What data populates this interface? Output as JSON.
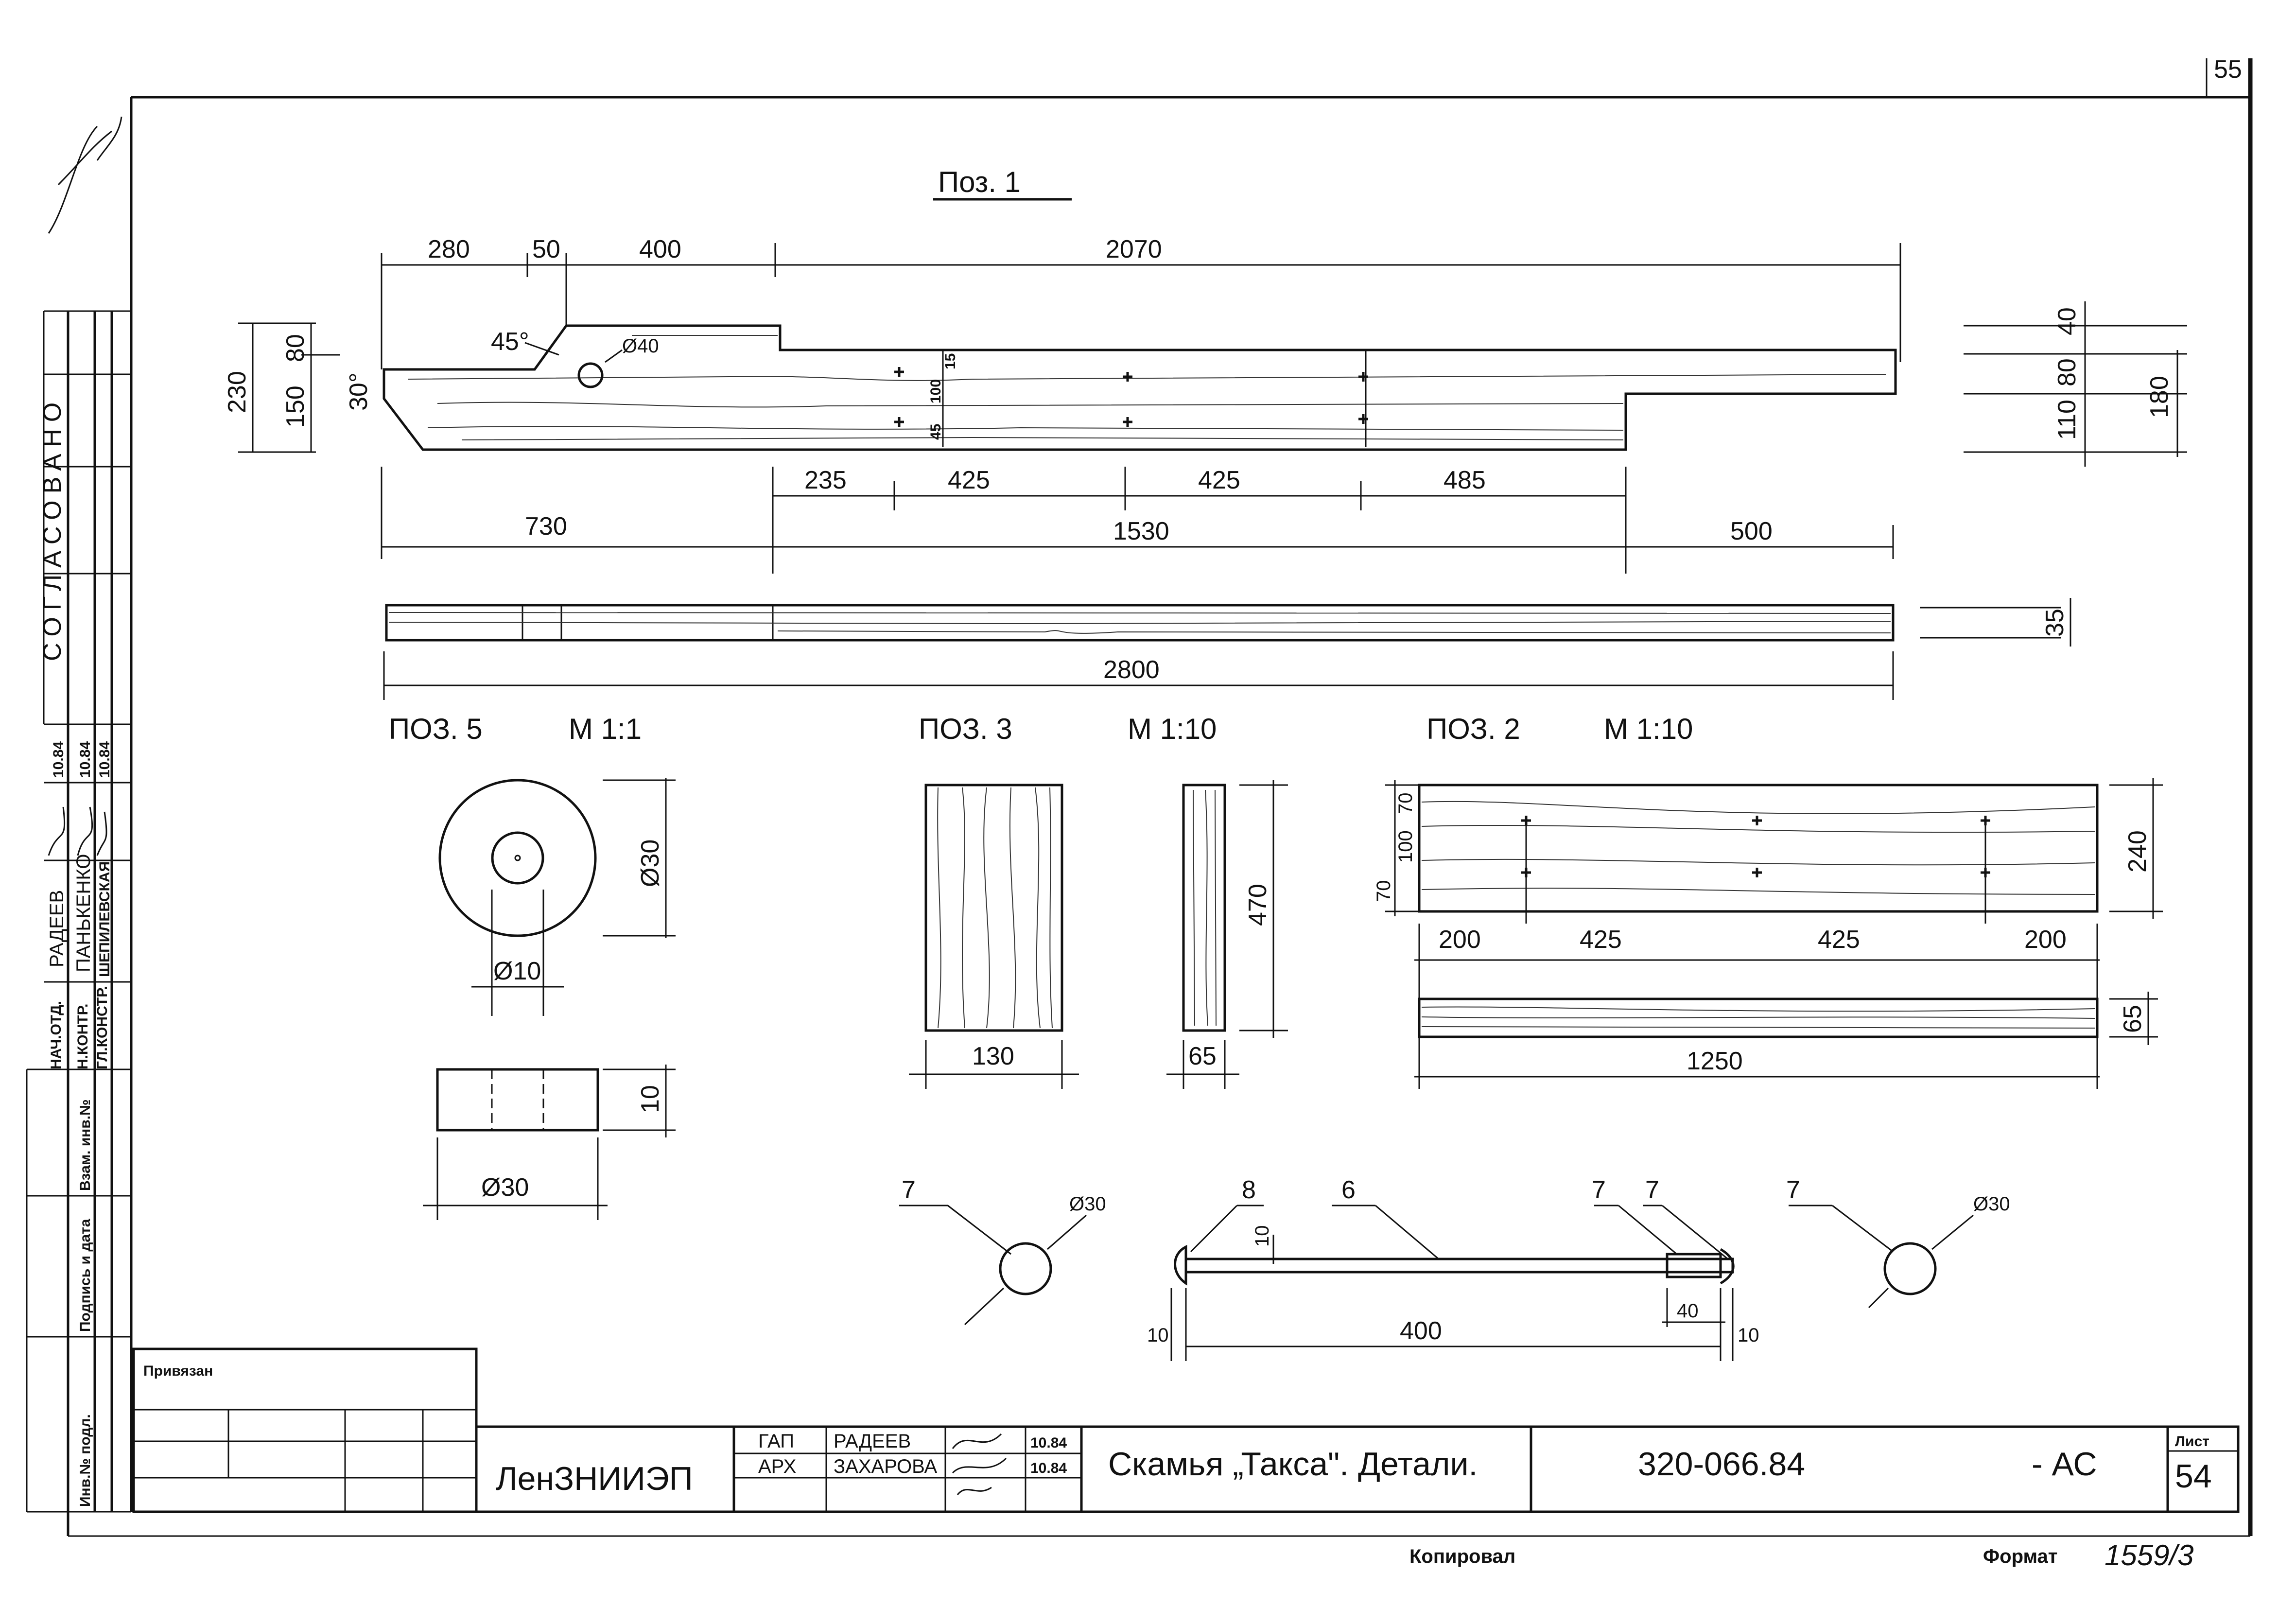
{
  "sheet_number_top": "55",
  "pos1": {
    "title": "Поз. 1",
    "top_dims": [
      "280",
      "50",
      "400",
      "2070"
    ],
    "left_dims": [
      "230",
      "80",
      "150",
      "30°"
    ],
    "angle_45": "45°",
    "hole": "Ø40",
    "inner_dims": [
      "15",
      "100",
      "45"
    ],
    "dims_row1": [
      "235",
      "425",
      "425",
      "485"
    ],
    "dims_row2": [
      "730",
      "1530",
      "500"
    ],
    "right_dims": [
      "40",
      "80",
      "110",
      "180"
    ],
    "total_length": "2800",
    "thickness": "35"
  },
  "pos5": {
    "title": "ПОЗ. 5",
    "scale": "М 1:1",
    "outer_d": "Ø30",
    "inner_d": "Ø10",
    "height": "10",
    "width_d": "Ø30"
  },
  "pos3": {
    "title": "ПОЗ. 3",
    "scale": "М 1:10",
    "height": "470",
    "width": "130",
    "thickness": "65"
  },
  "pos2": {
    "title": "ПОЗ. 2",
    "scale": "М 1:10",
    "left_dims": [
      "70",
      "100",
      "70"
    ],
    "height": "240",
    "dims": [
      "200",
      "425",
      "425",
      "200"
    ],
    "length": "1250",
    "thickness": "65"
  },
  "bolt": {
    "callouts": [
      "7",
      "6",
      "8",
      "7",
      "7"
    ],
    "dia_left": "Ø30",
    "dia_right": "Ø30",
    "shank_d": "10",
    "lengths": [
      "10",
      "400",
      "40",
      "10"
    ]
  },
  "side_stamp": {
    "vertical_title": "СОГЛАСОВАНО",
    "roles": [
      "НАЧ.ОТД.",
      "Н.КОНТР.",
      "ГЛ.КОНСТР."
    ],
    "names": [
      "РАДЕЕВ",
      "ПАНЬКЕНКО",
      "ШЕПИЛЕВСКАЯ"
    ],
    "dates": [
      "10.84",
      "10.84",
      "10.84"
    ],
    "field_labels": [
      "Инв.№ подл.",
      "Подпись и дата",
      "Взам. инв.№"
    ]
  },
  "title_block": {
    "bound": "Привязан",
    "organization": "ЛенЗНИИЭП",
    "rows": [
      {
        "role": "ГАП",
        "name": "РАДЕЕВ",
        "date": "10.84"
      },
      {
        "role": "АРХ",
        "name": "ЗАХАРОВА",
        "date": "10.84"
      }
    ],
    "drawing_title": "Скамья „Такса\". Детали.",
    "code": "320-066.84",
    "mark": "- АС",
    "sheet_label": "Лист",
    "sheet_number": "54"
  },
  "footer": {
    "copied": "Копировал",
    "format": "Формат",
    "handwritten": "1559/3"
  }
}
